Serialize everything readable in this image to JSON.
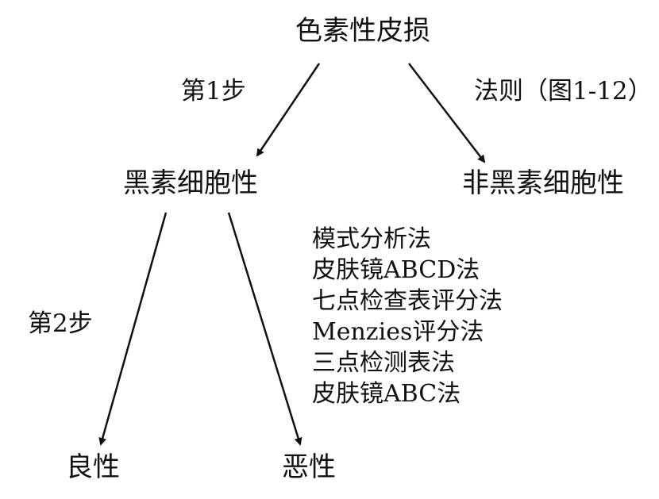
{
  "root": "色素性皮损",
  "step1_label": "第1步",
  "rule_label": "法则（图1-12）",
  "left_node": "黑素细胞性",
  "right_node": "非黑素细胞性",
  "methods": [
    "模式分析法",
    "皮肤镜ABCD法",
    "七点检查表评分法",
    "Menzies评分法",
    "三点检测表法",
    "皮肤镜ABC法"
  ],
  "step2_label": "第2步",
  "benign": "良性",
  "malignant": "恶性"
}
